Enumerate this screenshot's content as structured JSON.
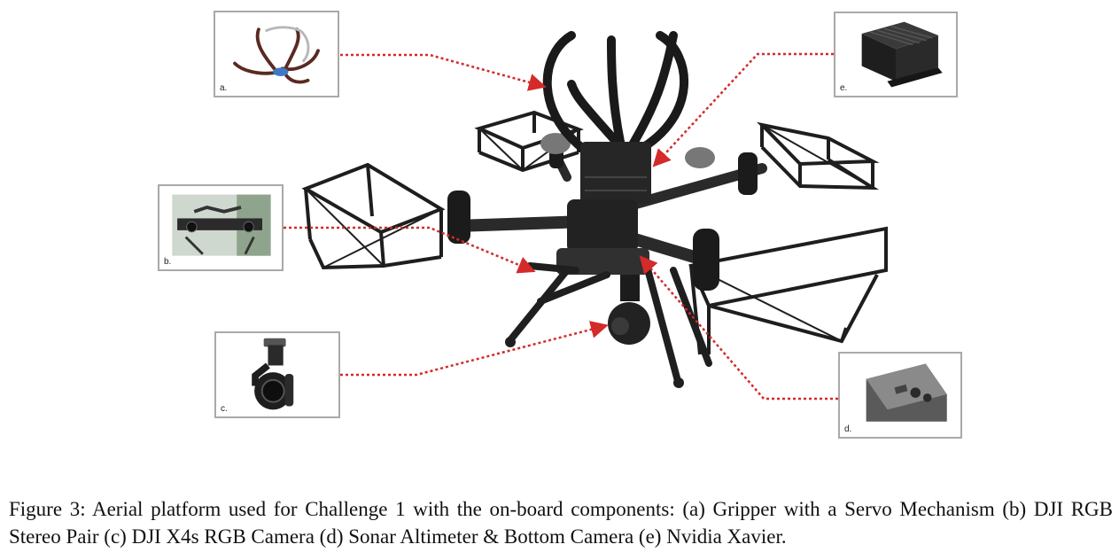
{
  "figure": {
    "insets": [
      {
        "label": "a.",
        "component": "Gripper with a Servo Mechanism"
      },
      {
        "label": "b.",
        "component": "DJI RGB Stereo Pair"
      },
      {
        "label": "c.",
        "component": "DJI X4s RGB Camera"
      },
      {
        "label": "d.",
        "component": "Sonar Altimeter & Bottom Camera"
      },
      {
        "label": "e.",
        "component": "Nvidia Xavier"
      }
    ],
    "colors": {
      "leader": "#d42a2a",
      "frame": "#a9a9a9",
      "drone": "#2a2a2a"
    }
  },
  "caption": "Figure 3: Aerial platform used for Challenge 1 with the on-board components: (a) Gripper with a Servo Mechanism (b) DJI RGB Stereo Pair (c) DJI X4s RGB Camera (d) Sonar Altimeter & Bottom Camera (e) Nvidia Xavier."
}
